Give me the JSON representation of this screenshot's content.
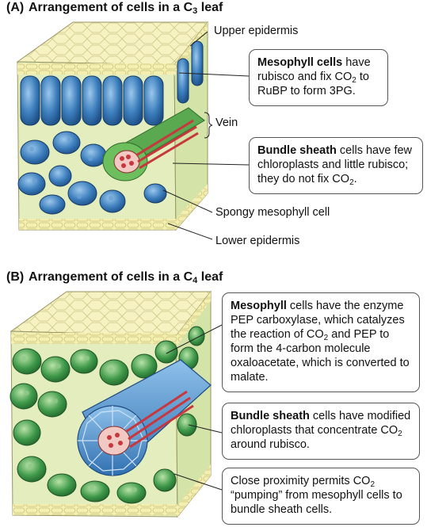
{
  "panelA": {
    "letter": "(A)",
    "title_pre": "Arrangement of cells in a C",
    "title_sub": "3",
    "title_post": " leaf",
    "labels": {
      "upper_epidermis": "Upper epidermis",
      "vein": "Vein",
      "spongy": "Spongy mesophyll cell",
      "lower_epidermis": "Lower epidermis"
    },
    "mesophyll_box": {
      "bold": "Mesophyll cells",
      "t1": " have rubisco and fix CO",
      "sub": "2",
      "t2": " to RuBP to form 3PG."
    },
    "bundle_box": {
      "bold": "Bundle sheath",
      "t1": " cells have few chloroplasts and little rubisco; they do not fix CO",
      "sub": "2",
      "t2": "."
    }
  },
  "panelB": {
    "letter": "(B)",
    "title_pre": "Arrangement of cells in a C",
    "title_sub": "4",
    "title_post": " leaf",
    "mesophyll_box": {
      "bold": "Mesophyll",
      "t1": " cells have the enzyme PEP carboxylase, which catalyzes the reaction of CO",
      "sub": "2",
      "t2": " and PEP to form the 4-carbon molecule oxaloacetate, which is converted to malate."
    },
    "bundle_box": {
      "bold": "Bundle sheath",
      "t1": " cells have modified chloroplasts that concentrate CO",
      "sub": "2",
      "t2": " around rubisco."
    },
    "proximity_box": {
      "t1": "Close proximity permits CO",
      "sub": "2",
      "t2": " “pumping” from mesophyll cells to bundle sheath cells."
    }
  },
  "colors": {
    "epidermis": "#f4efb0",
    "leaf_interior": "#e3edbd",
    "mesophyll_blue": "#3b7dbc",
    "mesophyll_green": "#3f9a4a",
    "vein_red": "#c8373d",
    "vein_pink": "#f2c9c2"
  }
}
